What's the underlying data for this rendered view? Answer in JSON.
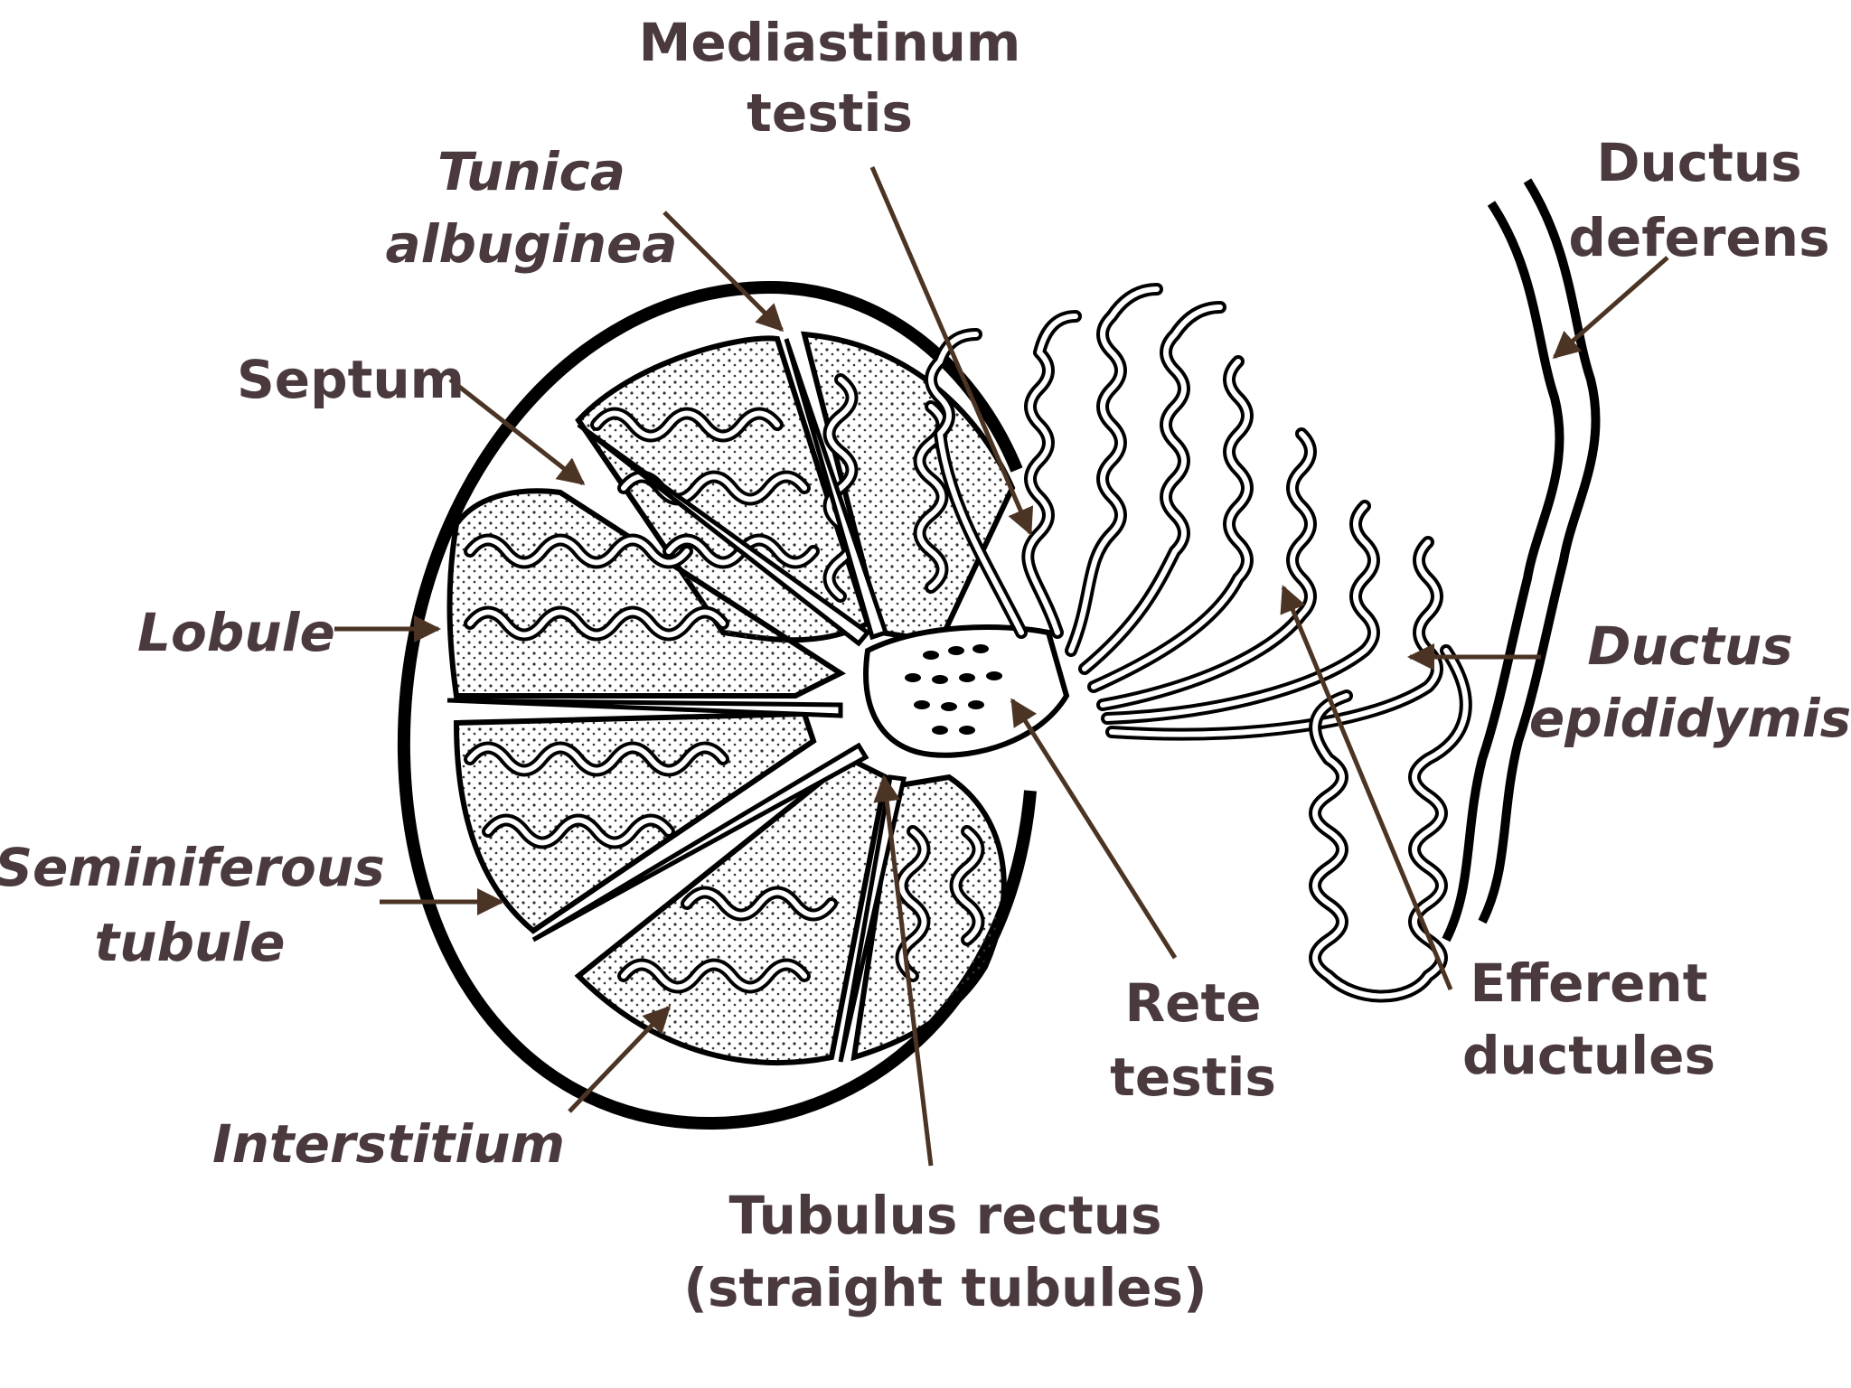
{
  "labels": {
    "mediastinum_testis_1": "Mediastinum",
    "mediastinum_testis_2": "testis",
    "tunica_albuginea_1": "Tunica",
    "tunica_albuginea_2": "albuginea",
    "septum": "Septum",
    "lobule": "Lobule",
    "seminiferous_tubule_1": "Seminiferous",
    "seminiferous_tubule_2": "tubule",
    "interstitium": "Interstitium",
    "tubulus_rectus_1": "Tubulus rectus",
    "tubulus_rectus_2": "(straight tubules)",
    "rete_testis_1": "Rete",
    "rete_testis_2": "testis",
    "efferent_ductules_1": "Efferent",
    "efferent_ductules_2": "ductules",
    "ductus_epididymis_1": "Ductus",
    "ductus_epididymis_2": "epididymis",
    "ductus_deferens_1": "Ductus",
    "ductus_deferens_2": "deferens"
  },
  "colors": {
    "label_text": "#4a3a3d",
    "leader_line": "#4b3424",
    "outline": "#000000",
    "background": "#ffffff"
  }
}
